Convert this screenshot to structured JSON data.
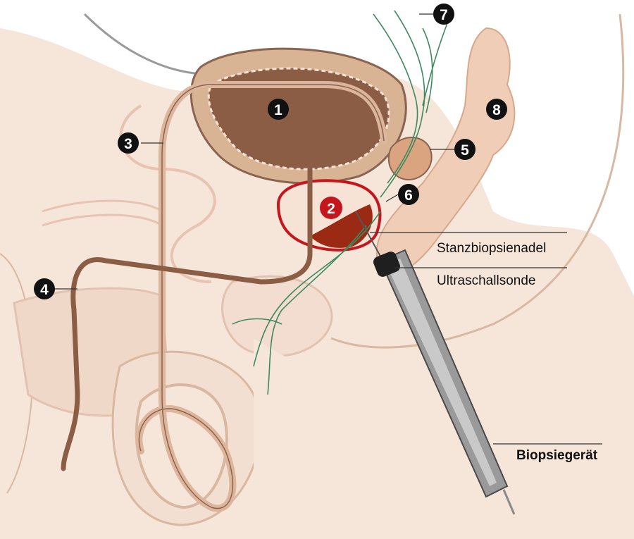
{
  "callouts": [
    {
      "id": "1",
      "color": "#111111"
    },
    {
      "id": "2",
      "color": "#c4161c"
    },
    {
      "id": "3",
      "color": "#111111"
    },
    {
      "id": "4",
      "color": "#111111"
    },
    {
      "id": "5",
      "color": "#111111"
    },
    {
      "id": "6",
      "color": "#111111"
    },
    {
      "id": "7",
      "color": "#111111"
    },
    {
      "id": "8",
      "color": "#111111"
    }
  ],
  "labels": {
    "needle": "Stanzbiopsienadel",
    "probe": "Ultraschallsonde",
    "device": "Biopsiegerät"
  },
  "colors": {
    "skin": "#f5e3d6",
    "skin_line": "#d9b8a2",
    "tissue": "#eecfb9",
    "duct": "#dcb59a",
    "duct_outline": "#8a6450",
    "bladder": "#8a5d44",
    "tumor": "#9b2a14",
    "nerve": "#3d8a5f",
    "probe": "#7a7a7a"
  }
}
